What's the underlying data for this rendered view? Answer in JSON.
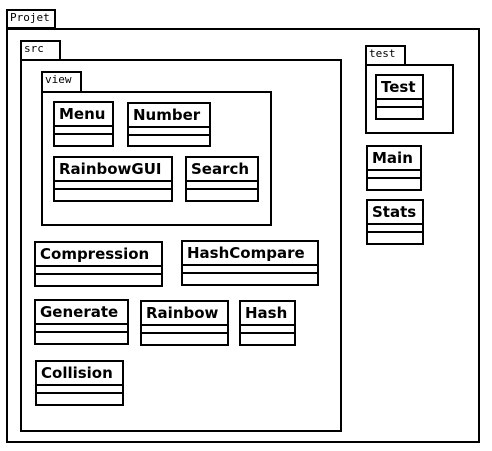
{
  "packages": {
    "projet": "Projet",
    "src": "src",
    "view": "view",
    "test": "test"
  },
  "classes": {
    "menu": "Menu",
    "number": "Number",
    "rainbowgui": "RainbowGUI",
    "search": "Search",
    "compression": "Compression",
    "hashcompare": "HashCompare",
    "generate": "Generate",
    "rainbow": "Rainbow",
    "hash": "Hash",
    "collision": "Collision",
    "test": "Test",
    "main": "Main",
    "stats": "Stats"
  }
}
